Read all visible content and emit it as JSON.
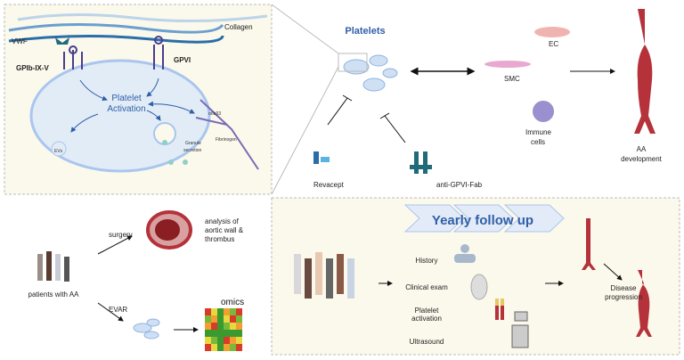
{
  "colors": {
    "panel_bg": "#fbf8ec",
    "accent_blue": "#2f5fa8",
    "aorta_red": "#b5323a",
    "platelet_blue": "#a9c6ee"
  },
  "mechanism": {
    "collagen": "Collagen",
    "vwf": "VWF",
    "gpib": "GPIb-IX-V",
    "gpvi": "GPVI",
    "activation_line1": "Platelet",
    "activation_line2": "Activation",
    "integrin": "αIIbβ3",
    "fibrinogen": "Fibrinogen",
    "granule_line1": "Granule",
    "granule_line2": "secretion",
    "evs": "EVs"
  },
  "overview": {
    "platelets": "Platelets",
    "ec": "EC",
    "smc": "SMC",
    "immune_line1": "Immune",
    "immune_line2": "cells",
    "aa_line1": "AA",
    "aa_line2": "development",
    "revacept": "Revacept",
    "anti_gpvi": "anti-GPVI-Fab"
  },
  "study": {
    "surgery": "surgery",
    "analysis_line1": "analysis of",
    "analysis_line2": "aortic wall &",
    "analysis_line3": "thrombus",
    "patients": "patients with AA",
    "evar": "EVAR",
    "omics": "omics"
  },
  "followup": {
    "title": "Yearly follow up",
    "history": "History",
    "clinical_exam": "Clinical exam",
    "platelet_line1": "Platelet",
    "platelet_line2": "activation",
    "ultrasound": "Ultrasound",
    "progression_line1": "Disease",
    "progression_line2": "progression"
  }
}
